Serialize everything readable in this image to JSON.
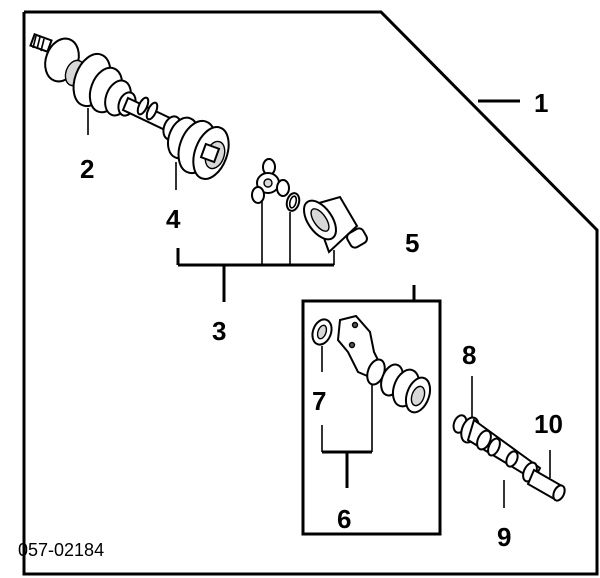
{
  "diagram": {
    "callouts": [
      {
        "id": "1",
        "label": "1"
      },
      {
        "id": "2",
        "label": "2"
      },
      {
        "id": "3",
        "label": "3"
      },
      {
        "id": "4",
        "label": "4"
      },
      {
        "id": "5",
        "label": "5"
      },
      {
        "id": "6",
        "label": "6"
      },
      {
        "id": "7",
        "label": "7"
      },
      {
        "id": "8",
        "label": "8"
      },
      {
        "id": "9",
        "label": "9"
      },
      {
        "id": "10",
        "label": "10"
      }
    ],
    "drawing_code": "057-02184"
  }
}
